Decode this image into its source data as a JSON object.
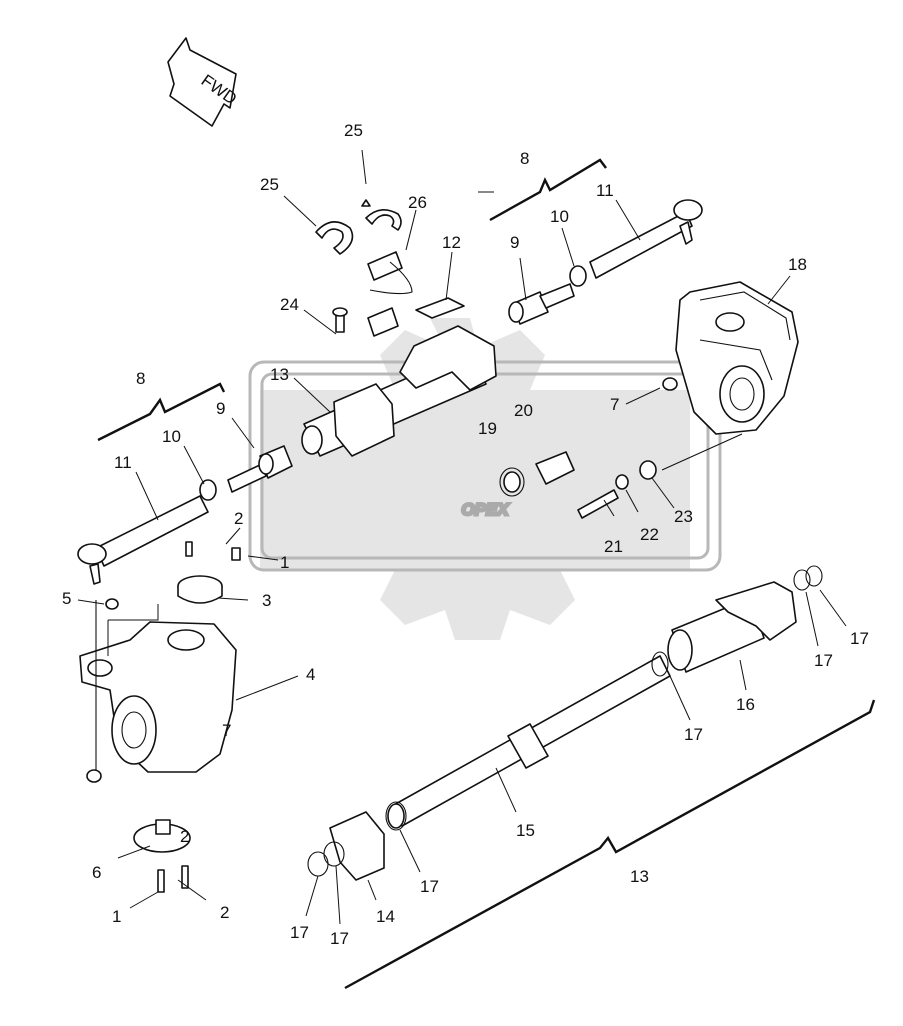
{
  "direction_arrow": {
    "label": "FWD",
    "icon": "forward-direction-arrow-icon"
  },
  "watermark": {
    "text": "OPEX",
    "icon": "gear-logo-icon"
  },
  "callouts": [
    {
      "id": "c25a",
      "label": "25"
    },
    {
      "id": "c25b",
      "label": "25"
    },
    {
      "id": "c26",
      "label": "26"
    },
    {
      "id": "c8a",
      "label": "8"
    },
    {
      "id": "c11a",
      "label": "11"
    },
    {
      "id": "c10a",
      "label": "10"
    },
    {
      "id": "c9a",
      "label": "9"
    },
    {
      "id": "c12",
      "label": "12"
    },
    {
      "id": "c24",
      "label": "24"
    },
    {
      "id": "c18",
      "label": "18"
    },
    {
      "id": "c13a",
      "label": "13"
    },
    {
      "id": "c8b",
      "label": "8"
    },
    {
      "id": "c9b",
      "label": "9"
    },
    {
      "id": "c10b",
      "label": "10"
    },
    {
      "id": "c11b",
      "label": "11"
    },
    {
      "id": "c7a",
      "label": "7"
    },
    {
      "id": "c19",
      "label": "19"
    },
    {
      "id": "c20",
      "label": "20"
    },
    {
      "id": "c2a",
      "label": "2"
    },
    {
      "id": "c1a",
      "label": "1"
    },
    {
      "id": "c3",
      "label": "3"
    },
    {
      "id": "c5",
      "label": "5"
    },
    {
      "id": "c4",
      "label": "4"
    },
    {
      "id": "c7b",
      "label": "7"
    },
    {
      "id": "c23",
      "label": "23"
    },
    {
      "id": "c22",
      "label": "22"
    },
    {
      "id": "c21",
      "label": "21"
    },
    {
      "id": "c17a",
      "label": "17"
    },
    {
      "id": "c17b",
      "label": "17"
    },
    {
      "id": "c16",
      "label": "16"
    },
    {
      "id": "c17c",
      "label": "17"
    },
    {
      "id": "c15",
      "label": "15"
    },
    {
      "id": "c13b",
      "label": "13"
    },
    {
      "id": "c6",
      "label": "6"
    },
    {
      "id": "c2b",
      "label": "2"
    },
    {
      "id": "c2c",
      "label": "2"
    },
    {
      "id": "c1b",
      "label": "1"
    },
    {
      "id": "c17d",
      "label": "17"
    },
    {
      "id": "c17e",
      "label": "17"
    },
    {
      "id": "c14",
      "label": "14"
    },
    {
      "id": "c17f",
      "label": "17"
    }
  ]
}
